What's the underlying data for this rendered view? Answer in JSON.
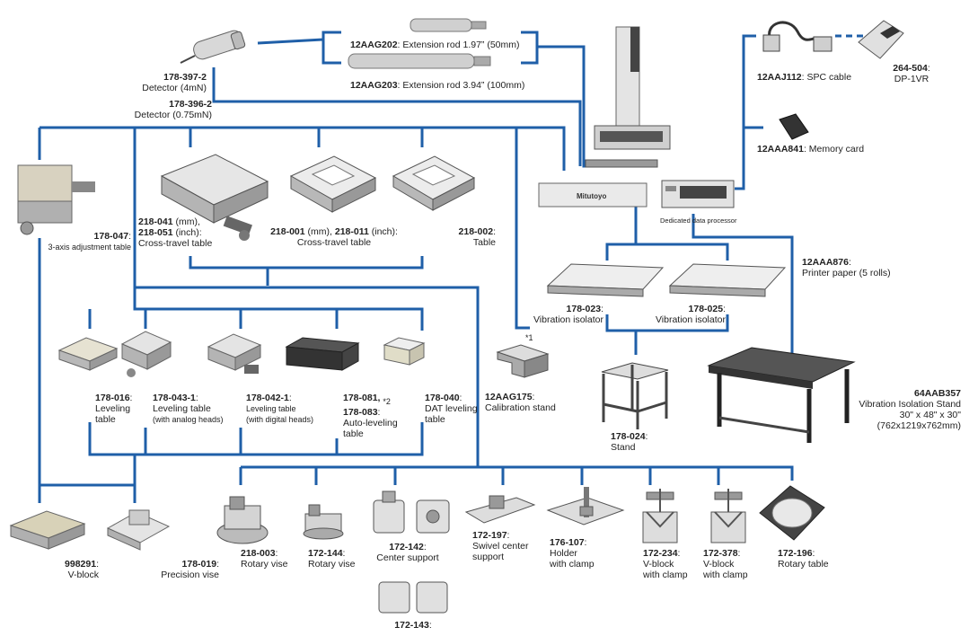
{
  "colors": {
    "line": "#1f5fa8",
    "device": "#9a9a9a",
    "dark": "#3a3a3a"
  },
  "labels": {
    "aag202_code": "12AAG202",
    "aag202_text": ": Extension rod 1.97” (50mm)",
    "aag203_code": "12AAG203",
    "aag203_text": ": Extension rod 3.94” (100mm)",
    "d397_code": "178-397-2",
    "d397_text": "Detector (4mN)",
    "d396_code": "178-396-2",
    "d396_text": "Detector (0.75mN)",
    "aaj112_code": "12AAJ112",
    "aaj112_text": ": SPC cable",
    "p264_code": "264-504",
    "p264_colon": ":",
    "p264_text": "DP-1VR",
    "aaa841_code": "12AAA841",
    "aaa841_text": ": Memory card",
    "processor_text": "Dedicated data processor",
    "aaa876_code": "12AAA876",
    "aaa876_colon": ":",
    "aaa876_text": "Printer paper (5 rolls)",
    "t047_code": "178-047",
    "t047_colon": ":",
    "t047_text": "3-axis adjustment table",
    "t218041_code": "218-041",
    "t218041_unit": " (mm),",
    "t218051_code": "218-051",
    "t218051_unit": " (inch):",
    "t218041_text": "Cross-travel table",
    "t218001_code": "218-001",
    "t218001_unit": " (mm), ",
    "t218011_code": "218-011",
    "t218011_unit": " (inch):",
    "t218001_text": "Cross-travel table",
    "t218002_code": "218-002",
    "t218002_colon": ":",
    "t218002_text": "Table",
    "i023_code": "178-023",
    "i023_colon": ":",
    "i023_text": "Vibration isolator",
    "i025_code": "178-025",
    "i025_colon": ":",
    "i025_text": "Vibration isolator",
    "s024_code": "178-024",
    "s024_colon": ":",
    "s024_text": "Stand",
    "cal_note": "*1",
    "cal_code": "12AAG175",
    "cal_colon": ":",
    "cal_text": "Calibration stand",
    "vis_code": "64AAB357",
    "vis_text1": "Vibration Isolation Stand",
    "vis_text2": "30\" x 48\" x 30\"",
    "vis_text3": "(762x1219x762mm)",
    "l016_code": "178-016",
    "l016_colon": ":",
    "l016_text1": "Leveling",
    "l016_text2": "table",
    "l043_code": "178-043-1",
    "l043_colon": ":",
    "l043_text1": "Leveling table",
    "l043_text2": "(with analog heads)",
    "l042_code": "178-042-1",
    "l042_colon": ":",
    "l042_text1": "Leveling table",
    "l042_text2": "(with digital heads)",
    "l081_code": "178-081,",
    "l081_note": "*2",
    "l083_code": "178-083",
    "l083_colon": ":",
    "l083_text1": "Auto-leveling",
    "l083_text2": "table",
    "l040_code": "178-040",
    "l040_colon": ":",
    "l040_text1": "DAT leveling",
    "l040_text2": "table",
    "v998_code": "998291",
    "v998_colon": ":",
    "v998_text": "V-block",
    "v019_code": "178-019",
    "v019_colon": ":",
    "v019_text": "Precision vise",
    "r003_code": "218-003",
    "r003_colon": ":",
    "r003_text": "Rotary vise",
    "r144_code": "172-144",
    "r144_colon": ":",
    "r144_text": "Rotary vise",
    "c142_code": "172-142",
    "c142_colon": ":",
    "c142_text": "Center support",
    "c143_code": "172-143",
    "c143_colon": ":",
    "c197_code": "172-197",
    "c197_colon": ":",
    "c197_text1": "Swivel center",
    "c197_text2": "support",
    "h107_code": "176-107",
    "h107_colon": ":",
    "h107_text1": "Holder",
    "h107_text2": "with clamp",
    "v234_code": "172-234",
    "v234_colon": ":",
    "v234_text1": "V-block",
    "v234_text2": "with clamp",
    "v378_code": "172-378",
    "v378_colon": ":",
    "v378_text1": "V-block",
    "v378_text2": "with clamp",
    "r196_code": "172-196",
    "r196_colon": ":",
    "r196_text": "Rotary table",
    "brand": "Mitutoyo"
  }
}
